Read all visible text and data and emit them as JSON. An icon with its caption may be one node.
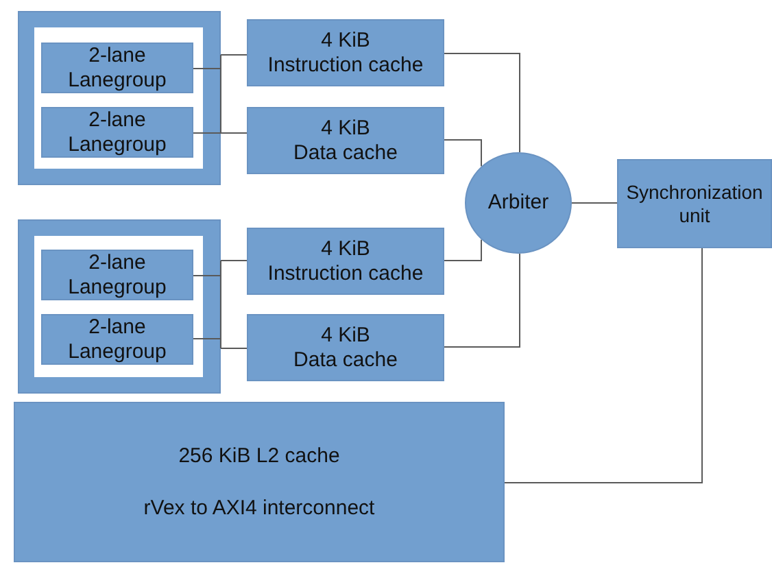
{
  "diagram": {
    "nodes": [
      {
        "text": [],
        "shape": "box"
      },
      {
        "text": [
          "2-lane Lanegroup"
        ],
        "in": 0
      },
      {
        "text": [
          "2-lane Lanegroup"
        ],
        "in": 0
      },
      {
        "text": [
          "4 KiB",
          "Instruction cache"
        ]
      },
      {
        "text": [
          "4 KiB",
          "Data cache"
        ]
      },
      {
        "text": [],
        "shape": "box"
      },
      {
        "text": [
          "2-lane Lanegroup"
        ],
        "in": 5
      },
      {
        "text": [
          "2-lane Lanegroup"
        ],
        "in": 5
      },
      {
        "text": [
          "4 KiB",
          "Instruction cache"
        ]
      },
      {
        "text": [
          "4 KiB",
          "Data cache"
        ]
      },
      {
        "text": [
          "Arbiter"
        ]
      },
      {
        "text": [
          "Synchronization unit"
        ]
      },
      {
        "text": [
          "256 KiB L2 cache",
          "rVex to AXI4 interconnect"
        ]
      }
    ],
    "edges": [
      {
        "from": 1,
        "to": 3,
        "arrow": "none"
      },
      {
        "from": 1,
        "to": 4,
        "arrow": "none"
      },
      {
        "from": 2,
        "to": 3,
        "arrow": "none"
      },
      {
        "from": 2,
        "to": 4,
        "arrow": "none"
      },
      {
        "from": 6,
        "to": 8,
        "arrow": "none"
      },
      {
        "from": 6,
        "to": 9,
        "arrow": "none"
      },
      {
        "from": 7,
        "to": 8,
        "arrow": "none"
      },
      {
        "from": 7,
        "to": 9,
        "arrow": "none"
      },
      {
        "from": 3,
        "to": 10,
        "arrow": "none"
      },
      {
        "from": 4,
        "to": 10,
        "arrow": "none"
      },
      {
        "from": 8,
        "to": 10,
        "arrow": "none"
      },
      {
        "from": 9,
        "to": 10,
        "arrow": "none"
      },
      {
        "from": 10,
        "to": 11,
        "arrow": "none"
      },
      {
        "from": 11,
        "to": 12,
        "arrow": "none"
      }
    ]
  }
}
